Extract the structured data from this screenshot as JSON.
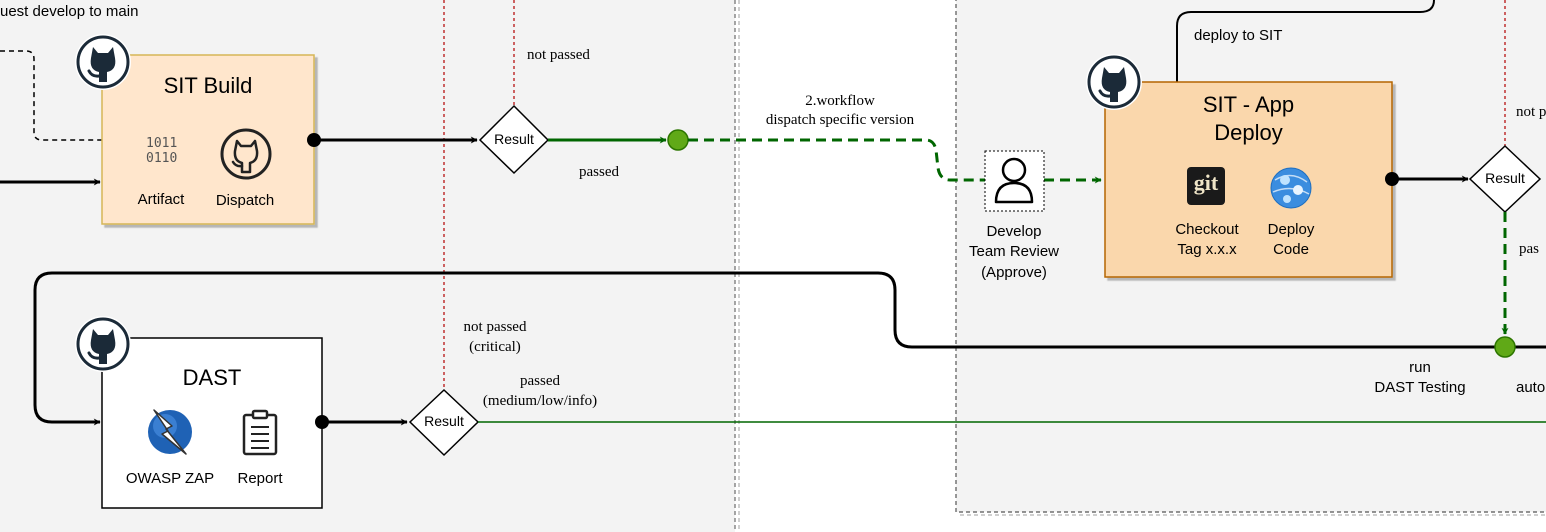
{
  "edges": {
    "pr_label": "uest develop to main",
    "not_passed_1": "not passed",
    "passed_1": "passed",
    "workflow_1": "2.workflow",
    "workflow_2": "dispatch specific version",
    "deploy_to_sit": "deploy to SIT",
    "not_passed_right": "not p",
    "passed_right": "pas",
    "not_passed_dast_1": "not passed",
    "not_passed_dast_2": "(critical)",
    "passed_dast_1": "passed",
    "passed_dast_2": "(medium/low/info)",
    "run_dast_1": "run",
    "run_dast_2": "DAST Testing",
    "auto": "auto"
  },
  "sit_build": {
    "title": "SIT Build",
    "artifact_label": "Artifact",
    "artifact_glyph": "1011\n0110",
    "dispatch_label": "Dispatch"
  },
  "result_labels": {
    "r1": "Result",
    "r2": "Result",
    "r3": "Result"
  },
  "review": {
    "line1": "Develop",
    "line2": "Team Review",
    "line3": "(Approve)"
  },
  "sit_deploy": {
    "title_1": "SIT - App",
    "title_2": "Deploy",
    "git_glyph": "git",
    "checkout_1": "Checkout",
    "checkout_2": "Tag x.x.x",
    "deploy_1": "Deploy",
    "deploy_2": "Code"
  },
  "dast": {
    "title": "DAST",
    "zap_label": "OWASP ZAP",
    "report_label": "Report"
  },
  "colors": {
    "green": "#006600",
    "green_dot": "#60a917",
    "red": "#b20000",
    "sit_build_fill": "#ffe6cc",
    "sit_build_border": "#d6b656",
    "sit_deploy_fill": "#fad7ac",
    "sit_deploy_border": "#b46504",
    "region_fill": "#f3f3f3"
  }
}
